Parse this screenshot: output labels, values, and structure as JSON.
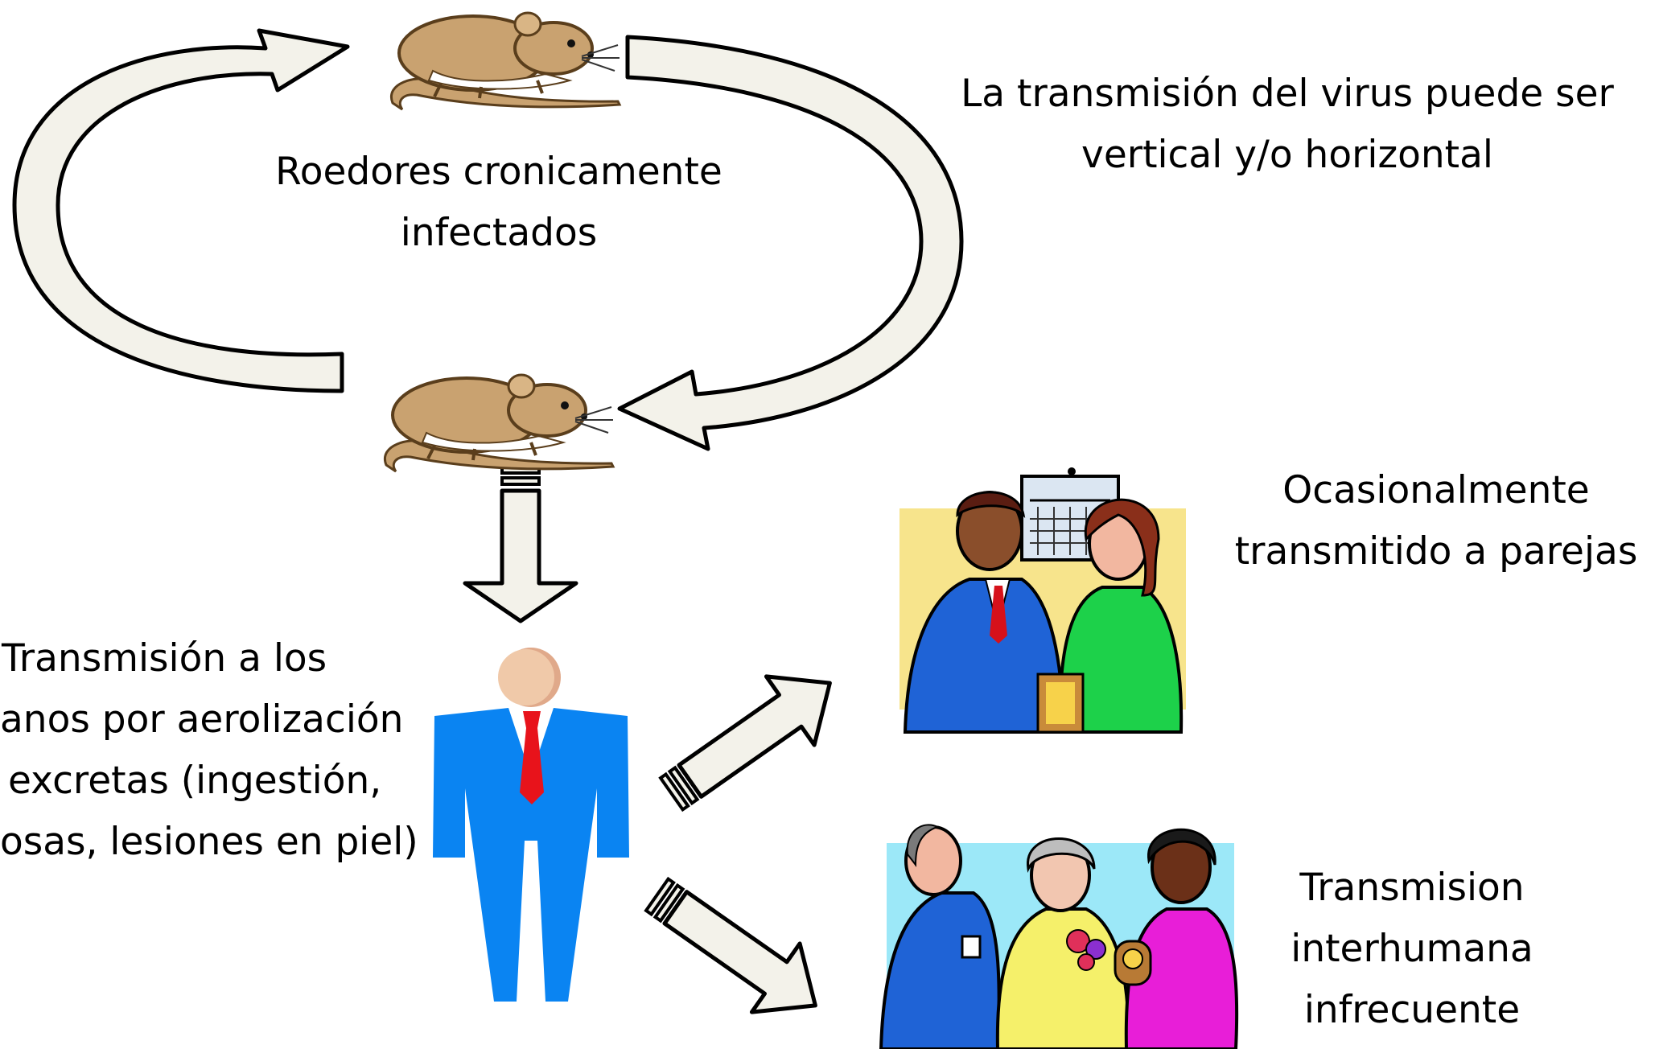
{
  "diagram": {
    "rodent_cycle_label": {
      "line1": "Roedores cronicamente",
      "line2": "infectados"
    },
    "transmission_type_label": {
      "line1": "La transmisión del virus puede ser",
      "line2": "vertical y/o horizontal"
    },
    "partner_label": {
      "line1": "Ocasionalmente",
      "line2": "transmitido a parejas"
    },
    "human_transmission_label": {
      "line1": "Transmisión a los",
      "line2": "anos por aerolización",
      "line3": "excretas (ingestión,",
      "line4": "osas, lesiones en piel)"
    },
    "interhuman_label": {
      "line1": "Transmision",
      "line2": "interhumana",
      "line3": "infrecuente"
    }
  },
  "colors": {
    "arrow_fill": "#f3f2ea",
    "arrow_stroke": "#000000",
    "rodent_body": "#c9a270",
    "suit_blue": "#0a84f2",
    "tie_red": "#e8131b",
    "face": "#f0c9a9"
  },
  "icons": [
    "rodent-top-icon",
    "rodent-bottom-icon",
    "person-icon",
    "couple-clipart-icon",
    "group-clipart-icon"
  ]
}
